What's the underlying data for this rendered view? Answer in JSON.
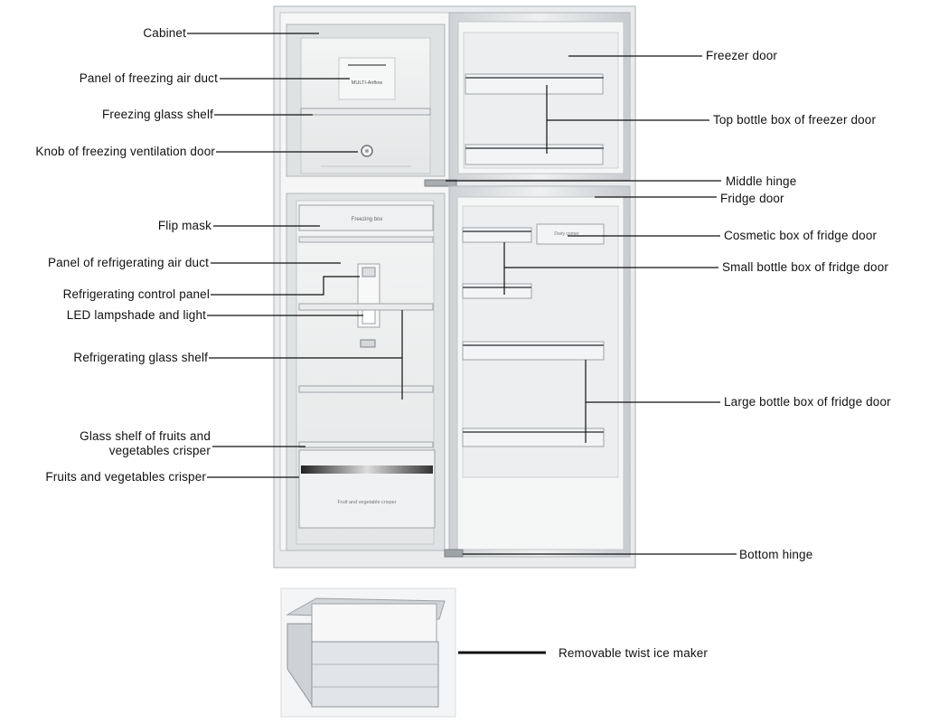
{
  "labels_left": [
    {
      "id": "cabinet",
      "text": "Cabinet"
    },
    {
      "id": "panel-freezing-air-duct",
      "text": "Panel of freezing air duct"
    },
    {
      "id": "freezing-glass-shelf",
      "text": "Freezing glass shelf"
    },
    {
      "id": "knob-freezing-ventilation-door",
      "text": "Knob of freezing ventilation door"
    },
    {
      "id": "flip-mask",
      "text": "Flip mask"
    },
    {
      "id": "panel-refrigerating-air-duct",
      "text": "Panel of refrigerating air duct"
    },
    {
      "id": "refrigerating-control-panel",
      "text": "Refrigerating control panel"
    },
    {
      "id": "led-lampshade-light",
      "text": "LED lampshade and light"
    },
    {
      "id": "refrigerating-glass-shelf",
      "text": "Refrigerating glass shelf"
    },
    {
      "id": "glass-shelf-crisper-line1",
      "text": "Glass shelf of fruits and"
    },
    {
      "id": "glass-shelf-crisper-line2",
      "text": "vegetables crisper"
    },
    {
      "id": "fruits-vegetables-crisper",
      "text": "Fruits and vegetables crisper"
    }
  ],
  "labels_right": [
    {
      "id": "freezer-door",
      "text": "Freezer door"
    },
    {
      "id": "top-bottle-box-freezer-door",
      "text": "Top bottle box of freezer door"
    },
    {
      "id": "middle-hinge",
      "text": "Middle hinge"
    },
    {
      "id": "fridge-door",
      "text": "Fridge door"
    },
    {
      "id": "cosmetic-box-fridge-door",
      "text": "Cosmetic box of fridge door"
    },
    {
      "id": "small-bottle-box-fridge-door",
      "text": "Small bottle box of fridge door"
    },
    {
      "id": "large-bottle-box-fridge-door",
      "text": "Large bottle box of fridge door"
    },
    {
      "id": "bottom-hinge",
      "text": "Bottom hinge"
    },
    {
      "id": "removable-twist-ice-maker",
      "text": "Removable twist ice maker"
    }
  ],
  "fridge_print": {
    "multi_airflow": "MULTI-Airflow",
    "freezing_box": "Freezing box",
    "dairy_corner": "Dairy corner",
    "crisper_print": "Fruit and vegetable crisper"
  }
}
